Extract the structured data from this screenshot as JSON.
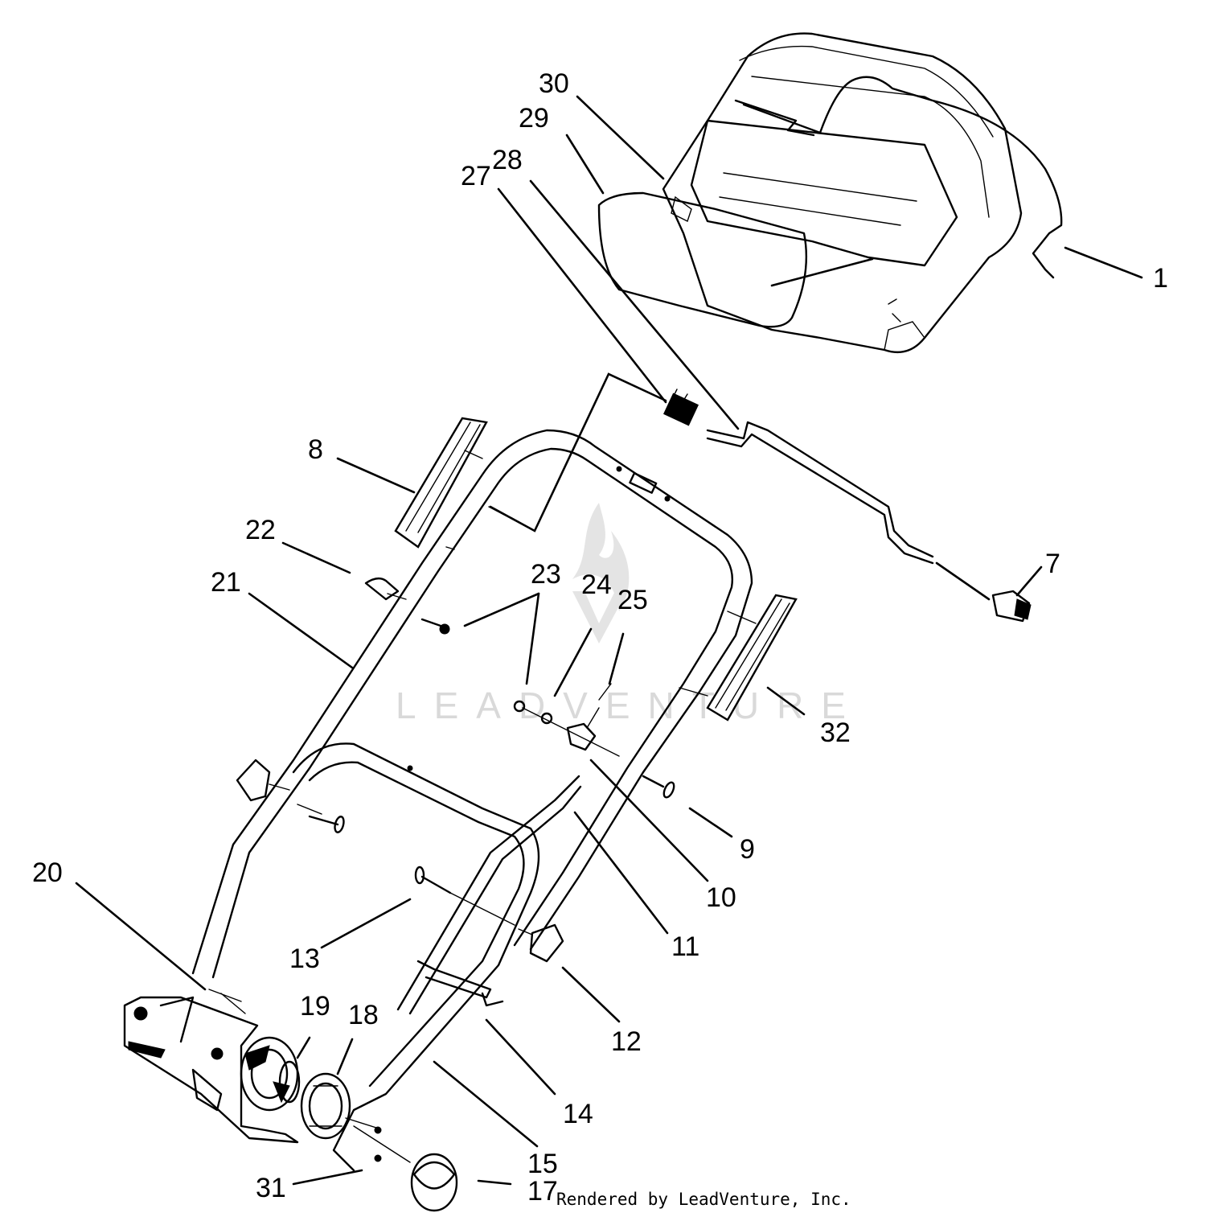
{
  "watermark": "LEADVENTURE",
  "credit": "Rendered by LeadVenture, Inc.",
  "callouts": [
    {
      "id": "1",
      "label": "1"
    },
    {
      "id": "7",
      "label": "7"
    },
    {
      "id": "8",
      "label": "8"
    },
    {
      "id": "9",
      "label": "9"
    },
    {
      "id": "10",
      "label": "10"
    },
    {
      "id": "11",
      "label": "11"
    },
    {
      "id": "12",
      "label": "12"
    },
    {
      "id": "13",
      "label": "13"
    },
    {
      "id": "14",
      "label": "14"
    },
    {
      "id": "15",
      "label": "15"
    },
    {
      "id": "17",
      "label": "17"
    },
    {
      "id": "18",
      "label": "18"
    },
    {
      "id": "19",
      "label": "19"
    },
    {
      "id": "20",
      "label": "20"
    },
    {
      "id": "21",
      "label": "21"
    },
    {
      "id": "22",
      "label": "22"
    },
    {
      "id": "23",
      "label": "23"
    },
    {
      "id": "24",
      "label": "24"
    },
    {
      "id": "25",
      "label": "25"
    },
    {
      "id": "27",
      "label": "27"
    },
    {
      "id": "28",
      "label": "28"
    },
    {
      "id": "29",
      "label": "29"
    },
    {
      "id": "30",
      "label": "30"
    },
    {
      "id": "31",
      "label": "31"
    },
    {
      "id": "32",
      "label": "32"
    }
  ]
}
